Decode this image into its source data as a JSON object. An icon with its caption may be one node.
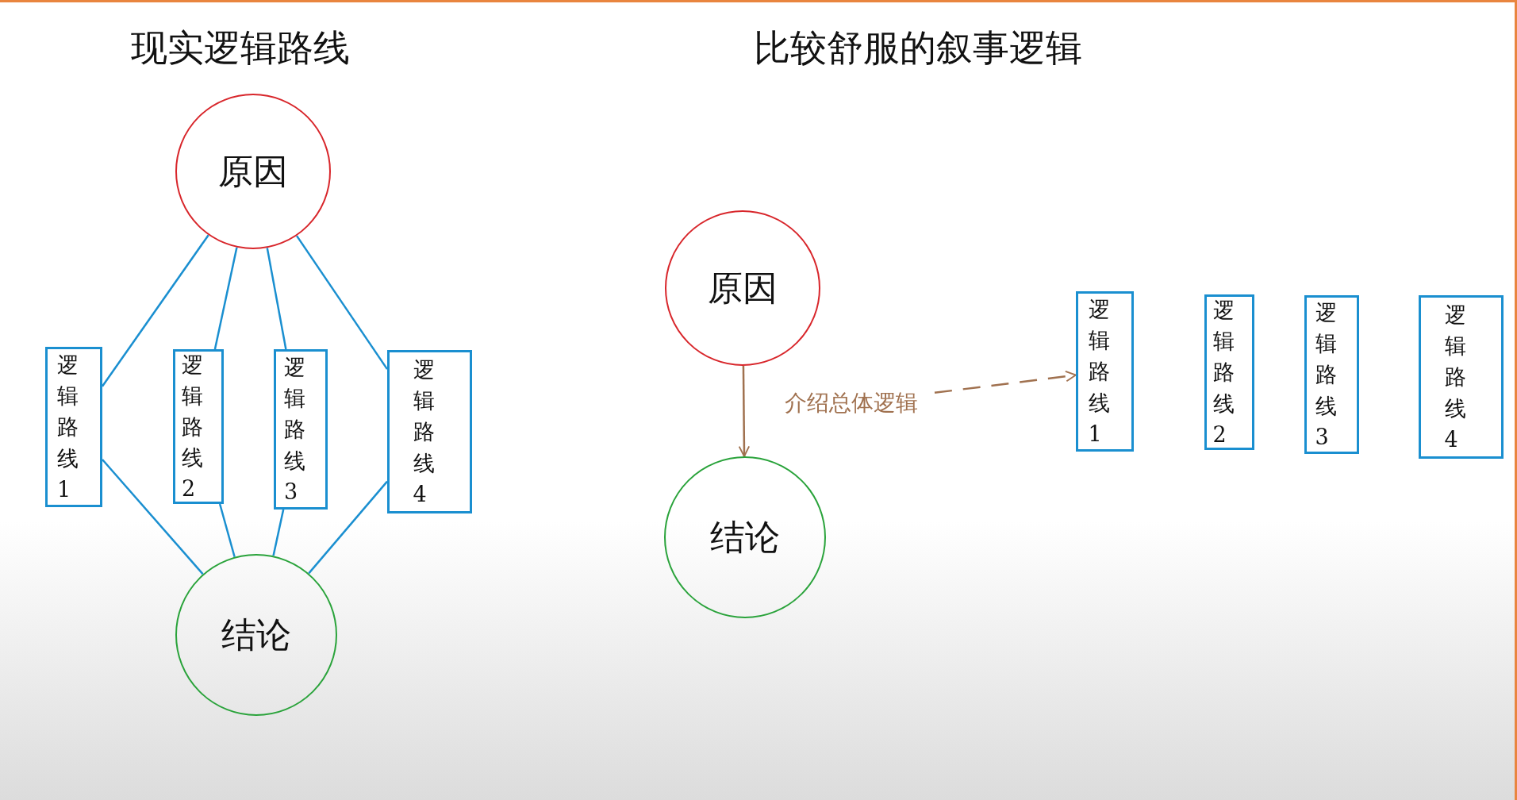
{
  "diagram": {
    "nodes": [
      {
        "text": [
          "原因"
        ]
      },
      {
        "text": [
          "逻辑路线1"
        ]
      },
      {
        "text": [
          "逻辑路线2"
        ]
      },
      {
        "text": [
          "逻辑路线3"
        ]
      },
      {
        "text": [
          "逻辑路线4"
        ]
      },
      {
        "text": [
          "结论"
        ]
      },
      {
        "text": [
          "原因"
        ]
      },
      {
        "text": [
          "结论"
        ]
      },
      {
        "text": [
          "逻辑路线1"
        ]
      },
      {
        "text": [
          "逻辑路线2"
        ]
      },
      {
        "text": [
          "逻辑路线3"
        ]
      },
      {
        "text": [
          "逻辑路线4"
        ]
      },
      {
        "text": [
          "介绍总体逻辑"
        ]
      }
    ],
    "edges": [
      {
        "from": 0,
        "to": 1,
        "arrow": "none"
      },
      {
        "from": 0,
        "to": 2,
        "arrow": "none"
      },
      {
        "from": 0,
        "to": 3,
        "arrow": "none"
      },
      {
        "from": 0,
        "to": 4,
        "arrow": "none"
      },
      {
        "from": 1,
        "to": 5,
        "arrow": "none"
      },
      {
        "from": 2,
        "to": 5,
        "arrow": "none"
      },
      {
        "from": 3,
        "to": 5,
        "arrow": "none"
      },
      {
        "from": 4,
        "to": 5,
        "arrow": "none"
      },
      {
        "from": 6,
        "to": 7,
        "arrow": "to",
        "color": "#a0714f"
      },
      {
        "from": 12,
        "to": 8,
        "arrow": "to",
        "style": "dashed",
        "color": "#a0714f"
      }
    ],
    "labels": [
      "现实逻辑路线",
      "比较舒服的叙事逻辑"
    ]
  }
}
